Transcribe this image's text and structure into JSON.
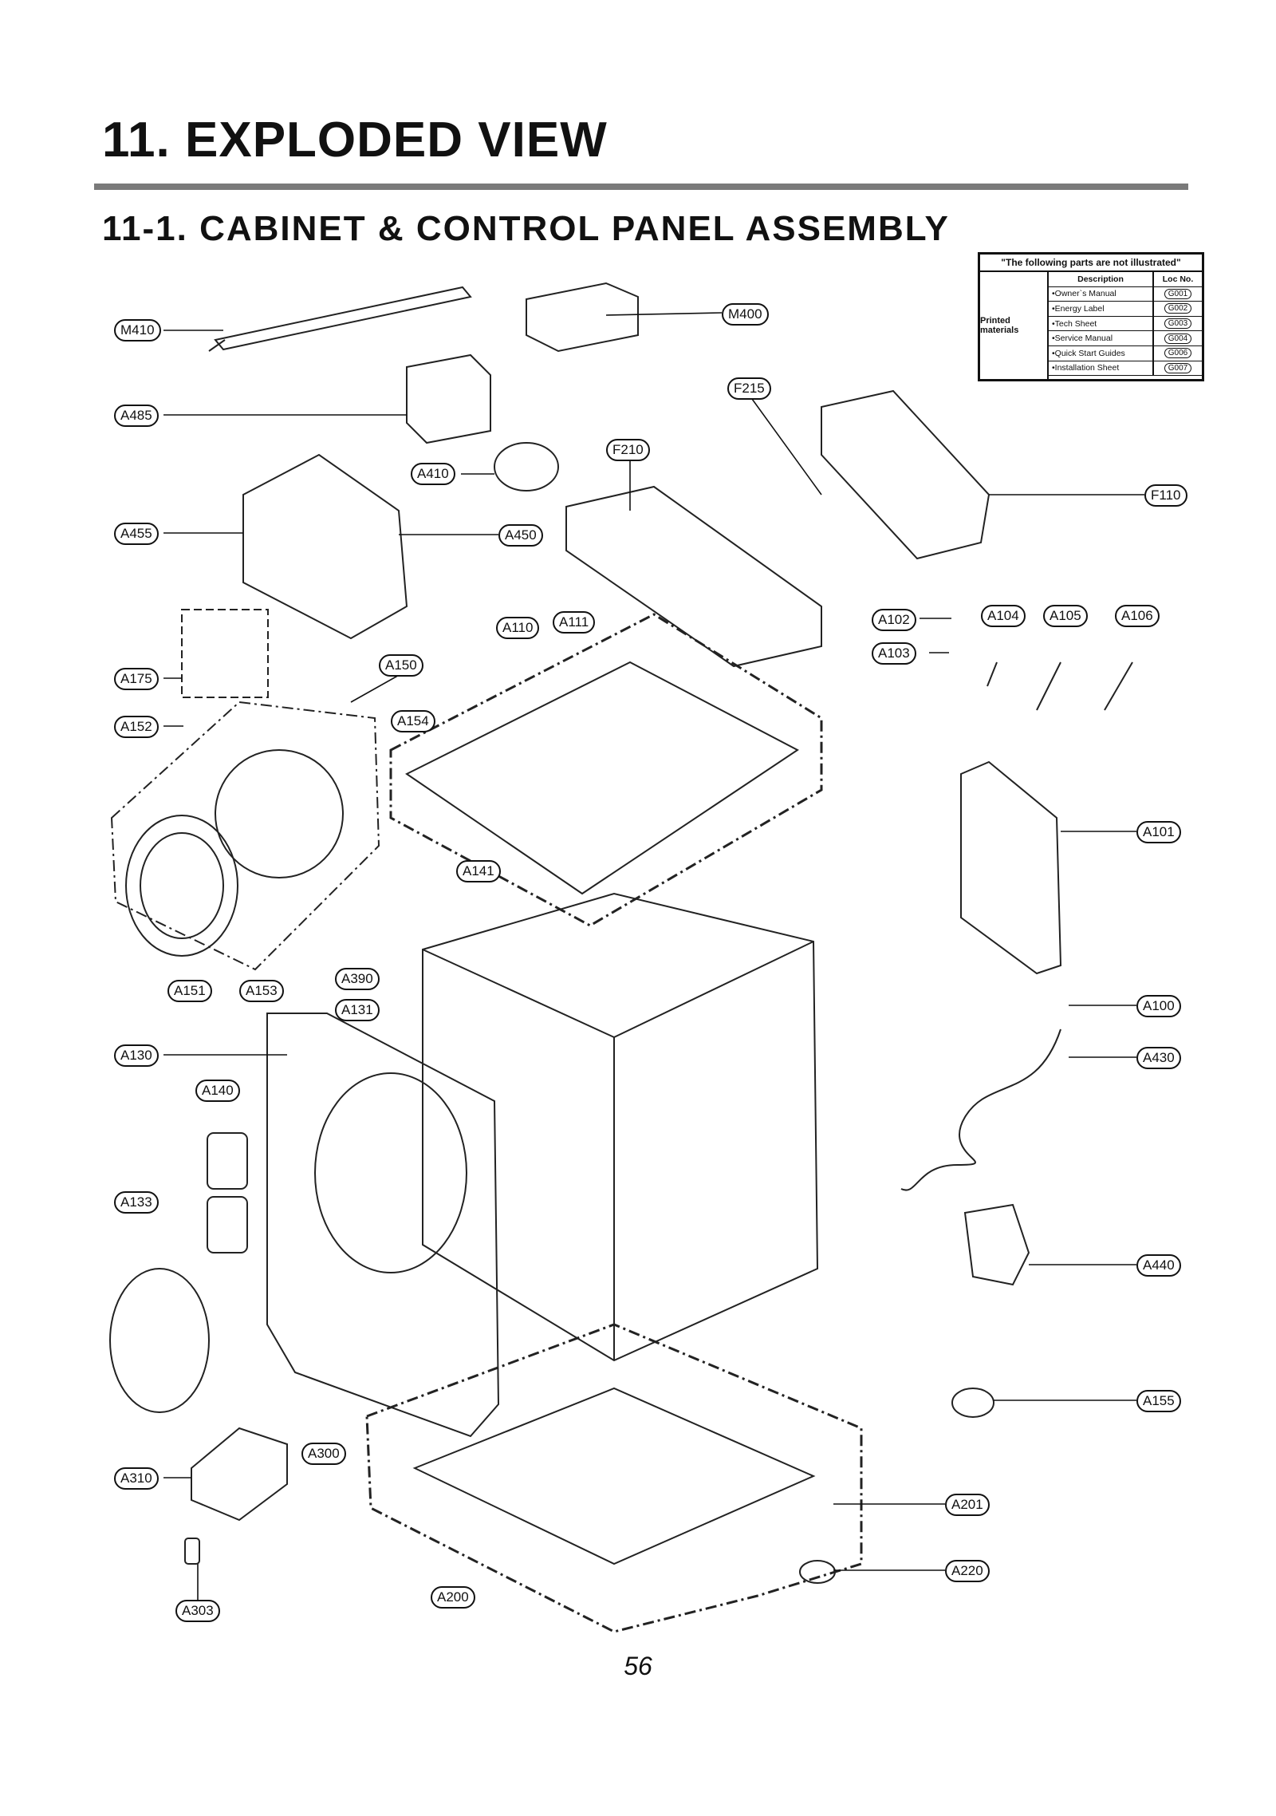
{
  "title": "11. EXPLODED VIEW",
  "subtitle": "11-1. CABINET & CONTROL PANEL ASSEMBLY",
  "note": {
    "title": "\"The following parts are not illustrated\"",
    "header_desc": "Description",
    "header_loc": "Loc No.",
    "group": "Printed materials",
    "rows": [
      {
        "desc": "•Owner`s Manual",
        "loc": "G001"
      },
      {
        "desc": "•Energy Label",
        "loc": "G002"
      },
      {
        "desc": "•Tech Sheet",
        "loc": "G003"
      },
      {
        "desc": "•Service Manual",
        "loc": "G004"
      },
      {
        "desc": "•Quick Start Guides",
        "loc": "G006"
      },
      {
        "desc": "•Installation Sheet",
        "loc": "G007"
      }
    ]
  },
  "labels": {
    "M410": "M410",
    "M400": "M400",
    "A485": "A485",
    "F215": "F215",
    "A410": "A410",
    "F210": "F210",
    "F110": "F110",
    "A455": "A455",
    "A450": "A450",
    "A102": "A102",
    "A104": "A104",
    "A105": "A105",
    "A106": "A106",
    "A110": "A110",
    "A111": "A111",
    "A103": "A103",
    "A175": "A175",
    "A150": "A150",
    "A154": "A154",
    "A152": "A152",
    "A101": "A101",
    "A141": "A141",
    "A151": "A151",
    "A153": "A153",
    "A390": "A390",
    "A131": "A131",
    "A100": "A100",
    "A130": "A130",
    "A430": "A430",
    "A140": "A140",
    "A133": "A133",
    "A440": "A440",
    "A155": "A155",
    "A300": "A300",
    "A310": "A310",
    "A201": "A201",
    "A220": "A220",
    "A200": "A200",
    "A303": "A303"
  },
  "page_number": "56"
}
